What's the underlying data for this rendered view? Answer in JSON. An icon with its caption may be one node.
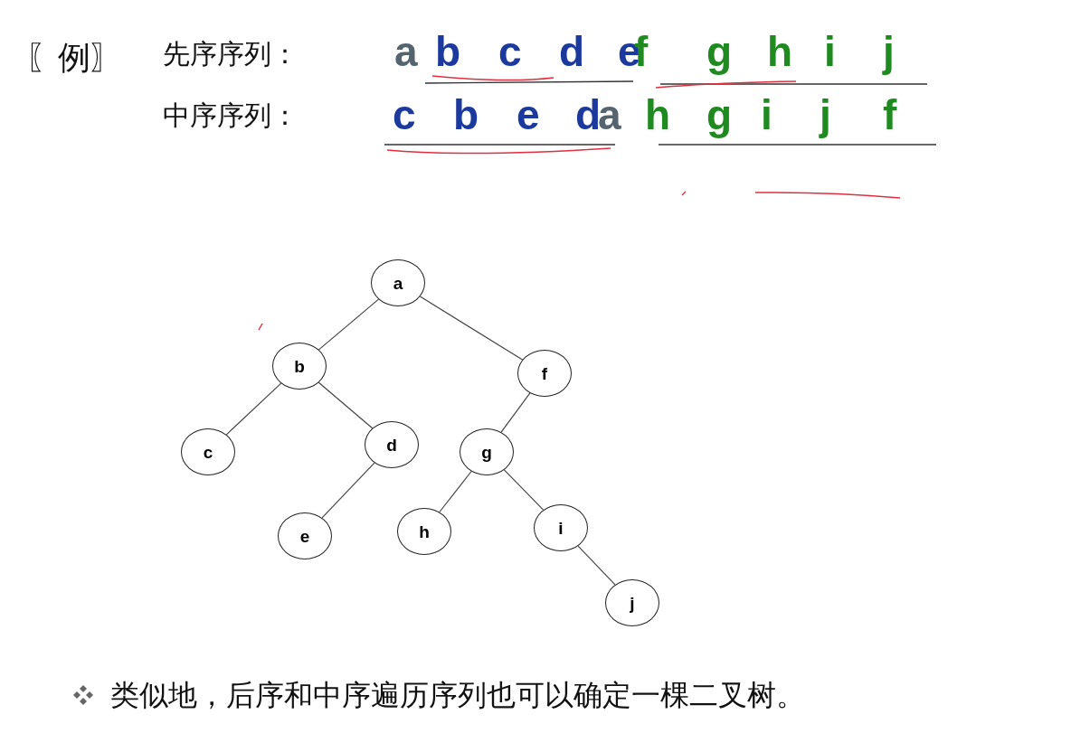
{
  "diagram": {
    "nodes": [
      {
        "text": [
          "a"
        ]
      },
      {
        "text": [
          "b"
        ]
      },
      {
        "text": [
          "f"
        ]
      },
      {
        "text": [
          "c"
        ]
      },
      {
        "text": [
          "d"
        ]
      },
      {
        "text": [
          "g"
        ]
      },
      {
        "text": [
          "e"
        ]
      },
      {
        "text": [
          "h"
        ]
      },
      {
        "text": [
          "i"
        ]
      },
      {
        "text": [
          "j"
        ]
      }
    ],
    "edges": [
      {
        "from": 0,
        "to": 1,
        "arrow": "none"
      },
      {
        "from": 0,
        "to": 2,
        "arrow": "none"
      },
      {
        "from": 1,
        "to": 3,
        "arrow": "none"
      },
      {
        "from": 1,
        "to": 4,
        "arrow": "none"
      },
      {
        "from": 4,
        "to": 6,
        "arrow": "none"
      },
      {
        "from": 2,
        "to": 5,
        "arrow": "none"
      },
      {
        "from": 5,
        "to": 7,
        "arrow": "none"
      },
      {
        "from": 5,
        "to": 8,
        "arrow": "none"
      },
      {
        "from": 8,
        "to": 9,
        "arrow": "none"
      }
    ],
    "labels": [
      "〖例〗",
      "先序序列：",
      "a",
      "b",
      "c",
      "d",
      "e",
      "f",
      "g",
      "h",
      "i",
      "j",
      "中序序列：",
      "c",
      "b",
      "e",
      "d",
      "a",
      "h",
      "g",
      "i",
      "j",
      "f"
    ],
    "caption": "类似地，后序和中序遍历序列也可以确定一棵二叉树。"
  }
}
